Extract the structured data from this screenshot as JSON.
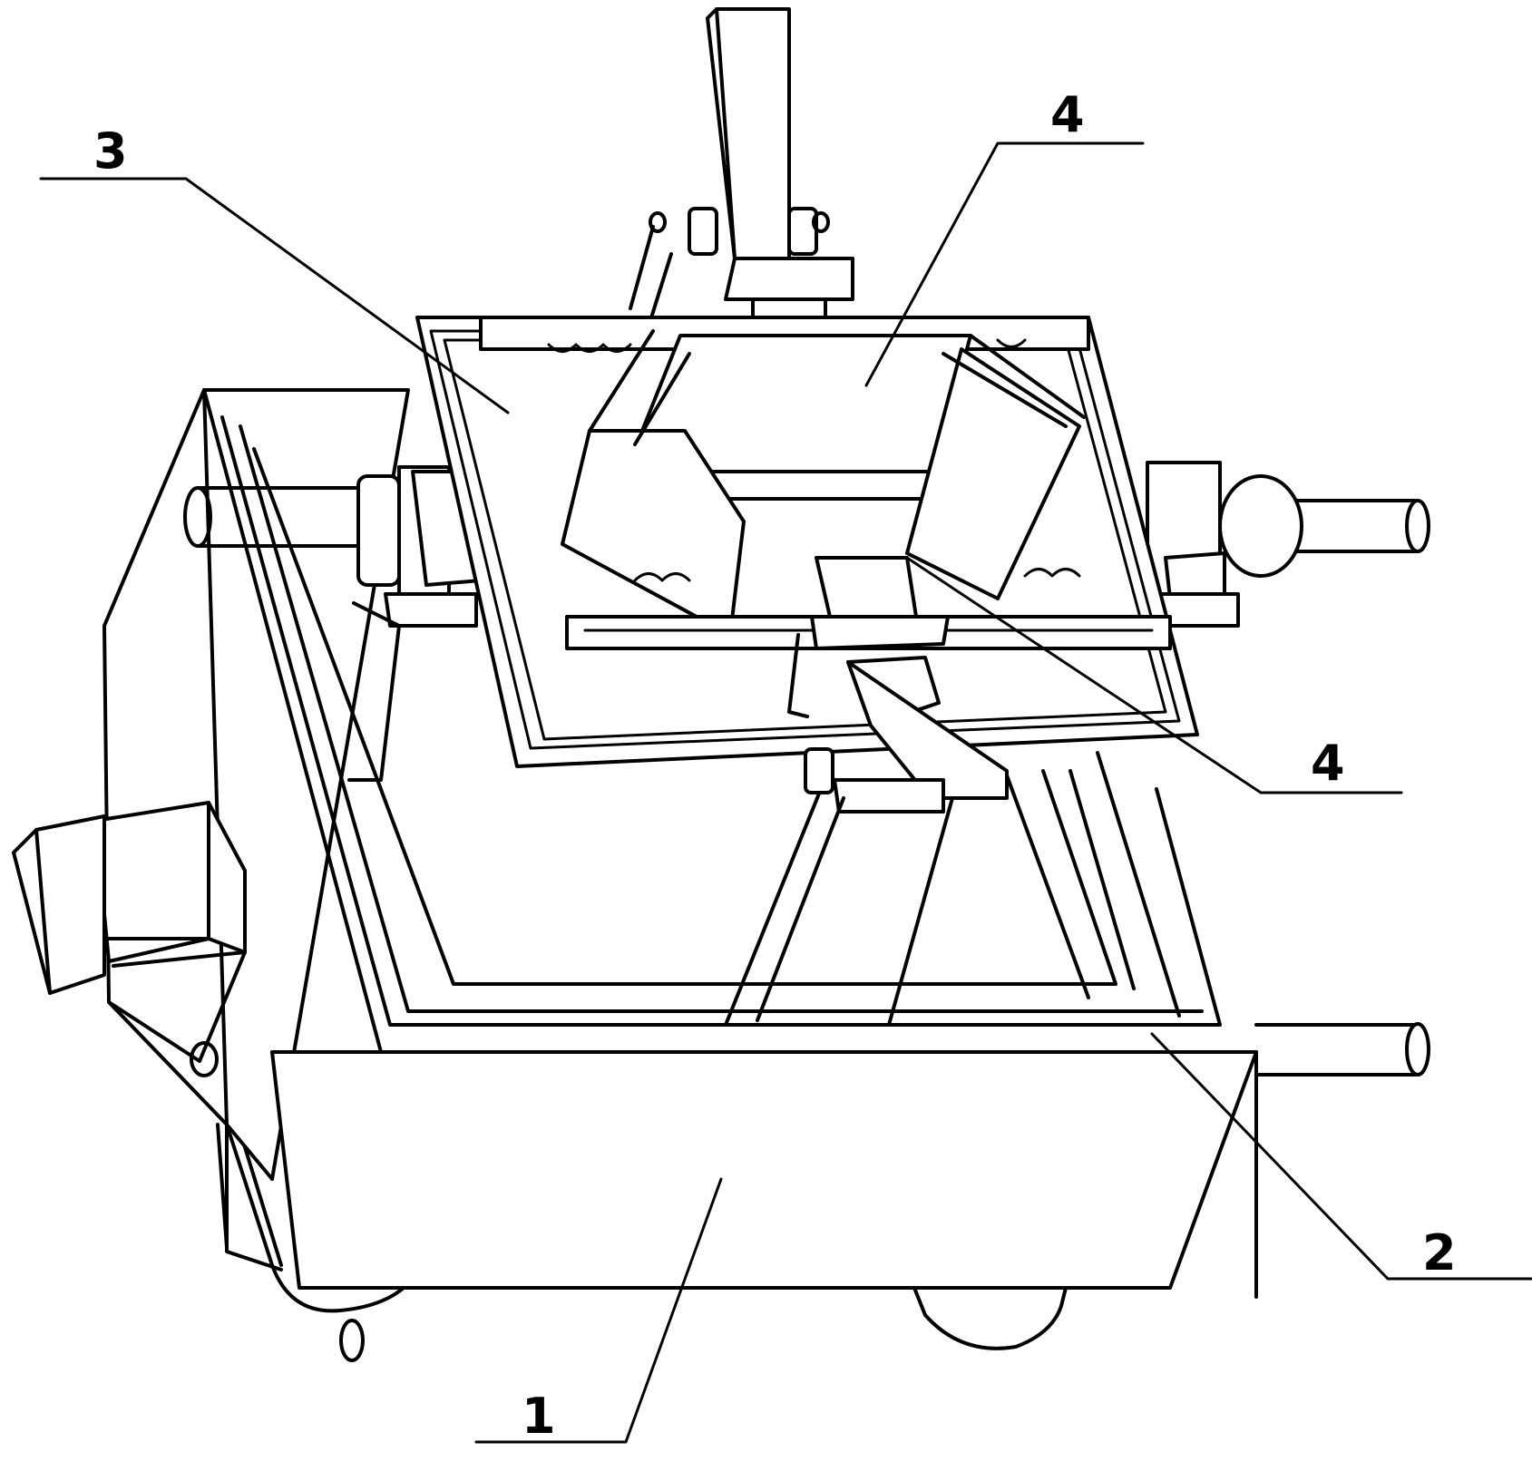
{
  "figure": {
    "labels": [
      {
        "id": "label-1",
        "text": "1"
      },
      {
        "id": "label-2",
        "text": "2"
      },
      {
        "id": "label-3",
        "text": "3"
      },
      {
        "id": "label-4-top",
        "text": "4"
      },
      {
        "id": "label-4-right",
        "text": "4"
      }
    ]
  }
}
